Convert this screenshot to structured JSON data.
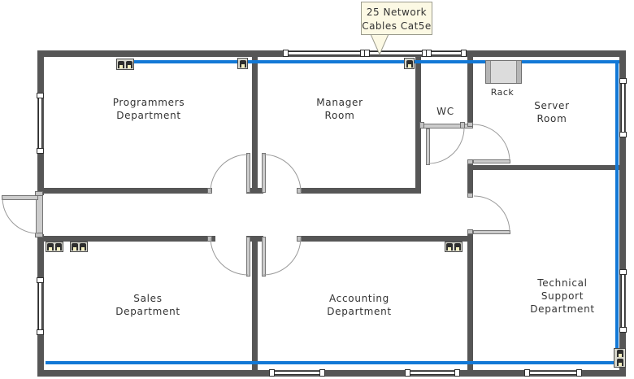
{
  "callout": {
    "lines": [
      "25 Network",
      "Cables Cat5e"
    ]
  },
  "rooms": [
    {
      "id": "programmers-department",
      "lines": [
        "Programmers",
        "Department"
      ]
    },
    {
      "id": "manager-room",
      "lines": [
        "Manager",
        "Room"
      ]
    },
    {
      "id": "wc",
      "lines": [
        "WC"
      ]
    },
    {
      "id": "server-room",
      "lines": [
        "Server",
        "Room"
      ]
    },
    {
      "id": "sales-department",
      "lines": [
        "Sales",
        "Department"
      ]
    },
    {
      "id": "accounting-department",
      "lines": [
        "Accounting",
        "Department"
      ]
    },
    {
      "id": "technical-support-department",
      "lines": [
        "Technical",
        "Support",
        "Department"
      ]
    }
  ],
  "equipment": {
    "rack_label": "Rack"
  },
  "icons": [
    "ethernet-socket-icon",
    "rack-icon",
    "door-icon",
    "window-icon",
    "callout-pointer-icon"
  ],
  "colors": {
    "wall": "#565656",
    "cable": "#1278D6",
    "door": "#CCCCCC",
    "arc": "#9A9A9A",
    "callout-bg": "#FCF9E4",
    "callout-border": "#9C9C8E",
    "text": "#333333",
    "jack-slot": "#F4EFBE"
  }
}
